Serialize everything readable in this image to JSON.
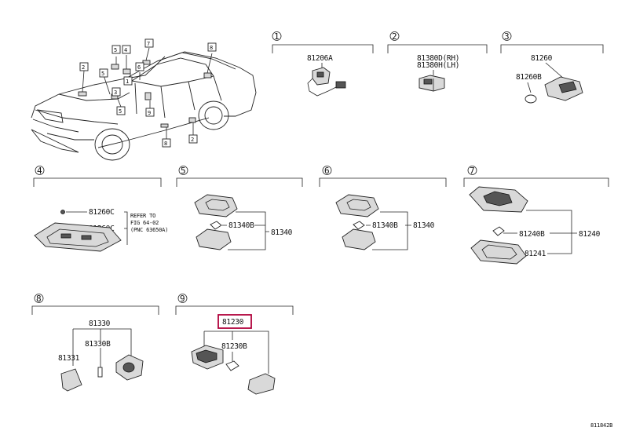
{
  "sections": [
    {
      "number": "1",
      "parts": [
        "81206A"
      ]
    },
    {
      "number": "2",
      "parts": [
        "81380D(RH)",
        "81380H(LH)"
      ]
    },
    {
      "number": "3",
      "parts": [
        "81260",
        "81260B"
      ]
    },
    {
      "number": "4",
      "parts": [
        "81260C",
        "81260C"
      ],
      "note": [
        "REFER TO",
        "FIG 64-02",
        "(PNC 63650A)"
      ]
    },
    {
      "number": "5",
      "parts": [
        "81340B",
        "81340"
      ]
    },
    {
      "number": "6",
      "parts": [
        "81340B",
        "81340"
      ]
    },
    {
      "number": "7",
      "parts": [
        "81240B",
        "81240",
        "81241"
      ]
    },
    {
      "number": "8",
      "parts": [
        "81330",
        "81330B",
        "81331"
      ]
    },
    {
      "number": "9",
      "parts": [
        "81230",
        "81230B"
      ],
      "highlighted": "81230"
    }
  ],
  "car_callouts": [
    "1",
    "2",
    "3",
    "4",
    "5",
    "6",
    "7",
    "8",
    "9"
  ],
  "diagram_code": "811842B",
  "highlight_color": "#b0003a"
}
